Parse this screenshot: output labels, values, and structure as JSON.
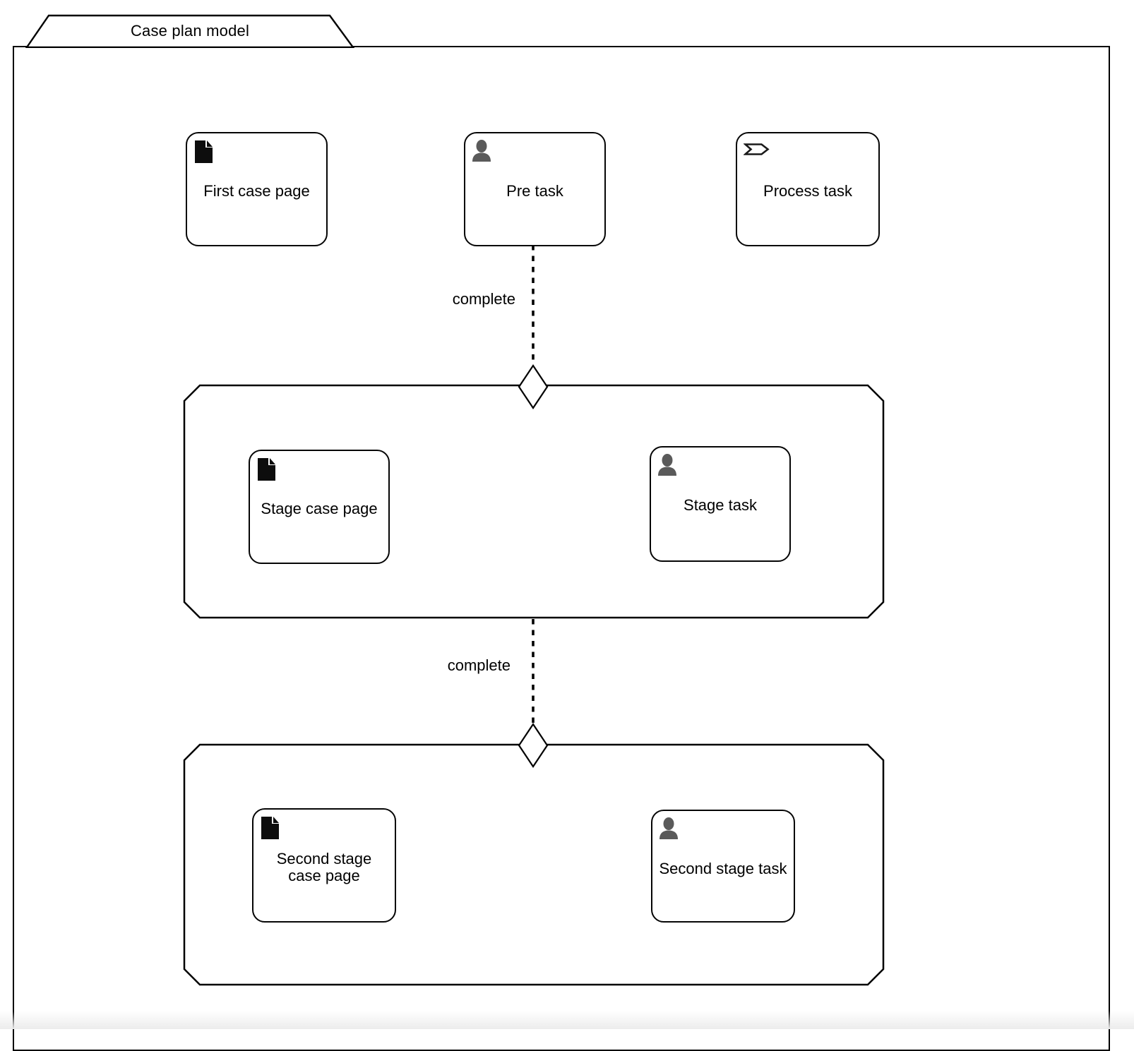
{
  "diagram": {
    "title": "Case plan model",
    "tasks": {
      "first_case_page": {
        "label": "First case page",
        "icon": "document-icon"
      },
      "pre_task": {
        "label": "Pre task",
        "icon": "user-icon"
      },
      "process_task": {
        "label": "Process task",
        "icon": "process-chevron-icon"
      },
      "stage_case_page": {
        "label": "Stage case page",
        "icon": "document-icon"
      },
      "stage_task": {
        "label": "Stage task",
        "icon": "user-icon"
      },
      "second_stage_case_page": {
        "line1": "Second stage",
        "line2": "case page",
        "icon": "document-icon"
      },
      "second_stage_task": {
        "label": "Second stage task",
        "icon": "user-icon"
      }
    },
    "stages": {
      "count": 2
    },
    "connectors": [
      {
        "label": "complete"
      },
      {
        "label": "complete"
      }
    ],
    "colors": {
      "border": "#000000",
      "icon_gray": "#5a5a5a",
      "icon_black": "#0d0d0d",
      "background": "#ffffff"
    }
  }
}
